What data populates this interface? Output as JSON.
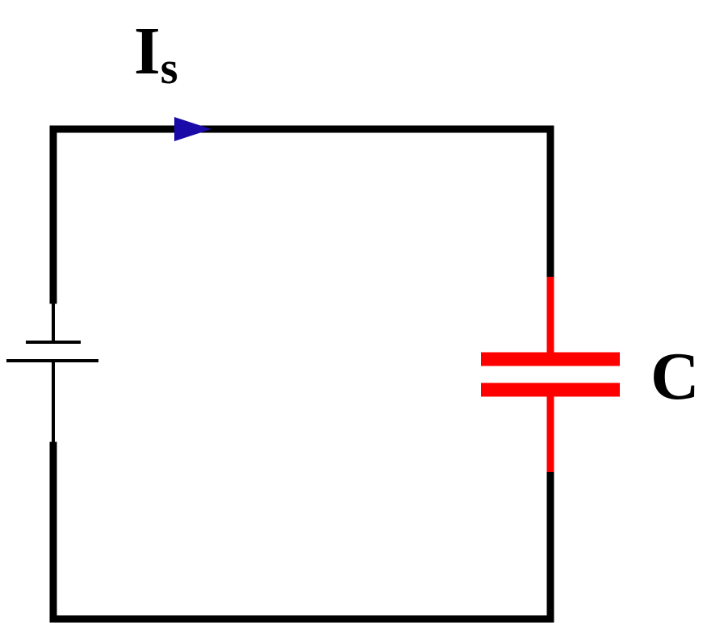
{
  "current_label": {
    "main": "I",
    "subscript": "s"
  },
  "capacitor_label": "C",
  "colors": {
    "wire": "#000000",
    "current_arrow": "#1a0aa8",
    "capacitor": "#ff0000"
  }
}
